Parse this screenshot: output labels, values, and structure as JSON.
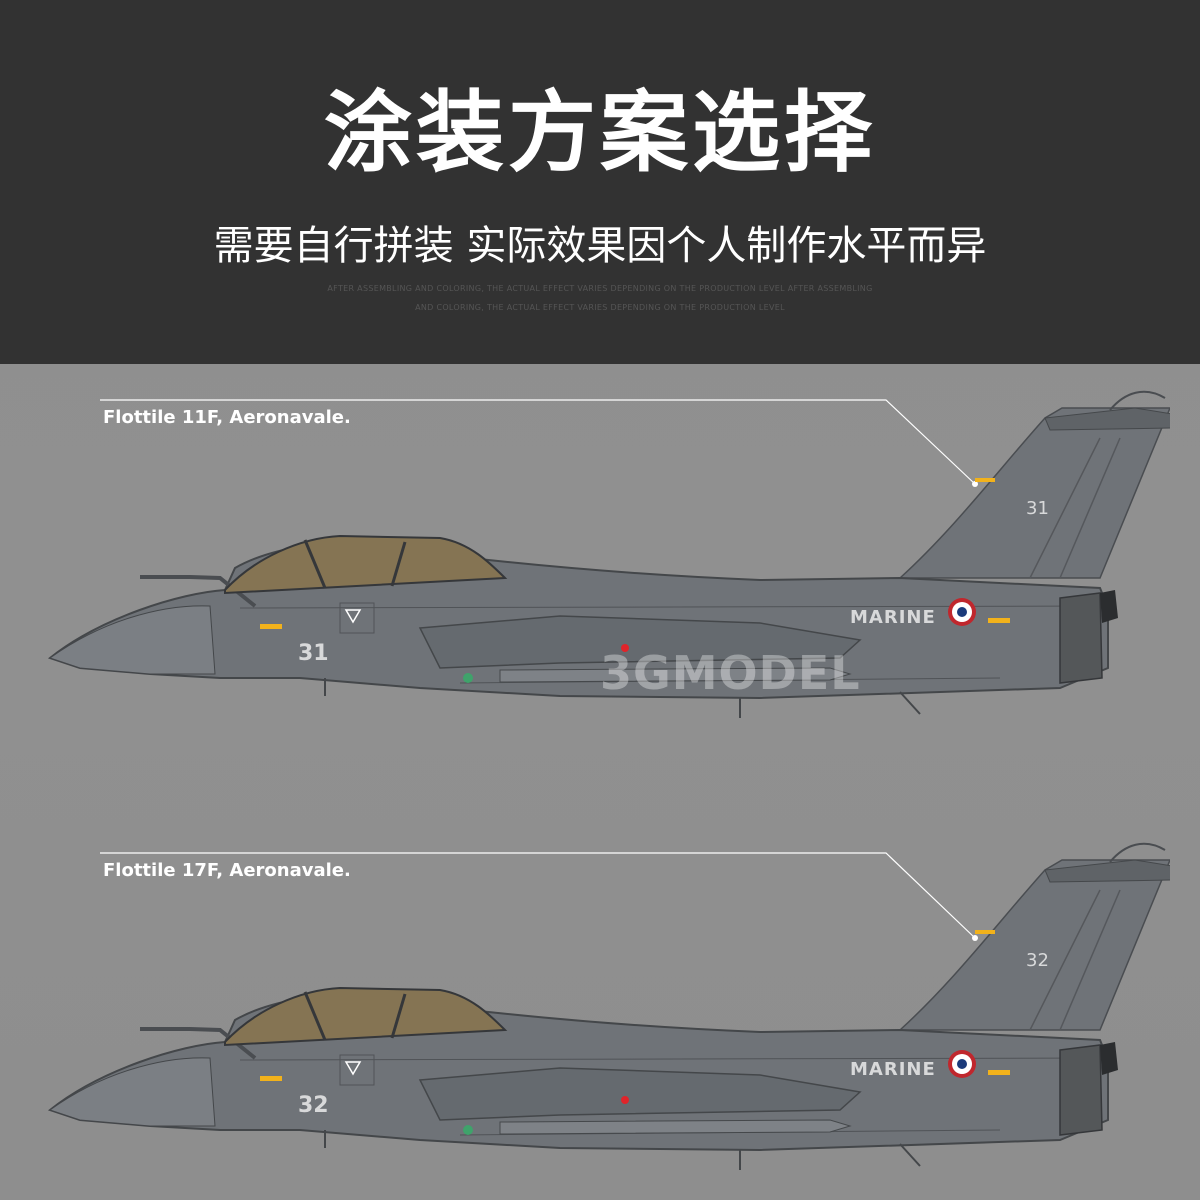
{
  "header": {
    "title": "涂装方案选择",
    "subtitle": "需要自行拼装 实际效果因个人制作水平而异",
    "fine_print_line1": "AFTER ASSEMBLING AND COLORING, THE ACTUAL EFFECT VARIES DEPENDING ON THE PRODUCTION LEVEL AFTER ASSEMBLING",
    "fine_print_line2": "AND COLORING, THE ACTUAL EFFECT VARIES DEPENDING ON THE PRODUCTION LEVEL"
  },
  "schemes": [
    {
      "label": "Flottile 11F, Aeronavale.",
      "nose_number": "31",
      "tail_number": "31",
      "marking": "MARINE"
    },
    {
      "label": "Flottile 17F, Aeronavale.",
      "nose_number": "32",
      "tail_number": "32",
      "marking": "MARINE"
    }
  ],
  "watermark": "3GMODEL",
  "colors": {
    "header_bg": "#323232",
    "canvas_bg": "#8f8f8f",
    "aircraft_grey": "#6f7378",
    "canopy": "#857453",
    "roundel_blue": "#1b3a7a",
    "roundel_red": "#c0272d",
    "stencil_yellow": "#f2b21b"
  }
}
